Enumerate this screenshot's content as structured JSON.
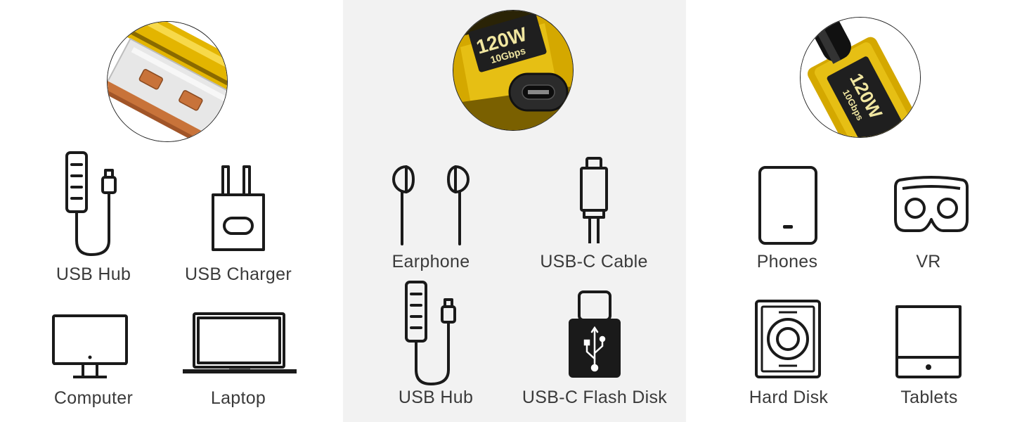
{
  "panels": [
    {
      "connector_icon": "usb-a-plug-icon",
      "items": [
        {
          "label": "USB Hub",
          "icon": "usb-hub-icon"
        },
        {
          "label": "USB Charger",
          "icon": "usb-charger-icon"
        },
        {
          "label": "Computer",
          "icon": "computer-monitor-icon"
        },
        {
          "label": "Laptop",
          "icon": "laptop-icon"
        }
      ]
    },
    {
      "connector_icon": "usb-c-female-port-icon",
      "connector_marks": {
        "power": "120W",
        "speed": "10Gbps"
      },
      "items": [
        {
          "label": "Earphone",
          "icon": "earphone-icon"
        },
        {
          "label": "USB-C Cable",
          "icon": "usb-c-cable-icon"
        },
        {
          "label": "USB Hub",
          "icon": "usb-hub-icon"
        },
        {
          "label": "USB-C Flash Disk",
          "icon": "usb-c-flash-disk-icon"
        }
      ]
    },
    {
      "connector_icon": "usb-c-adapter-cable-icon",
      "connector_marks": {
        "power": "120W",
        "speed": "10Gbps"
      },
      "items": [
        {
          "label": "Phones",
          "icon": "phone-icon"
        },
        {
          "label": "VR",
          "icon": "vr-headset-icon"
        },
        {
          "label": "Hard Disk",
          "icon": "hard-disk-icon"
        },
        {
          "label": "Tablets",
          "icon": "tablet-icon"
        }
      ]
    }
  ],
  "colors": {
    "panel_mid_bg": "#f2f2f2",
    "label_text": "#3a3a3a",
    "icon_stroke": "#1a1a1a",
    "gold": "#e6b800",
    "copper": "#c8733a"
  }
}
